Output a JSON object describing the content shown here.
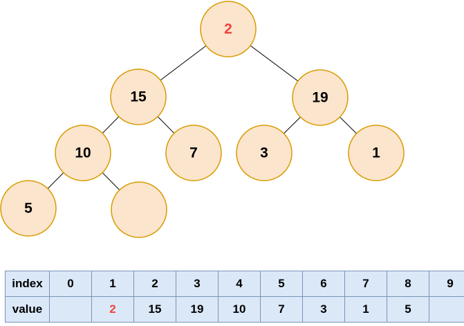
{
  "tree": {
    "nodes": [
      {
        "label": "2",
        "highlighted": true
      },
      {
        "label": "15",
        "highlighted": false
      },
      {
        "label": "19",
        "highlighted": false
      },
      {
        "label": "10",
        "highlighted": false
      },
      {
        "label": "7",
        "highlighted": false
      },
      {
        "label": "3",
        "highlighted": false
      },
      {
        "label": "1",
        "highlighted": false
      },
      {
        "label": "5",
        "highlighted": false
      },
      {
        "label": "",
        "highlighted": false
      }
    ],
    "node_fill": "#fce5cd",
    "node_border": "#d79b00",
    "edge_color": "#000000",
    "highlight_text_color": "#f0423e",
    "text_color": "#000000"
  },
  "table": {
    "row_headers": [
      "index",
      "value"
    ],
    "index_row": [
      "0",
      "1",
      "2",
      "3",
      "4",
      "5",
      "6",
      "7",
      "8",
      "9"
    ],
    "value_row": [
      "",
      "2",
      "15",
      "19",
      "10",
      "7",
      "3",
      "1",
      "5",
      ""
    ],
    "highlighted_value": "2",
    "cell_background": "#dbe8f8",
    "border_color": "#7a93b8",
    "highlight_text_color": "#f0423e"
  }
}
